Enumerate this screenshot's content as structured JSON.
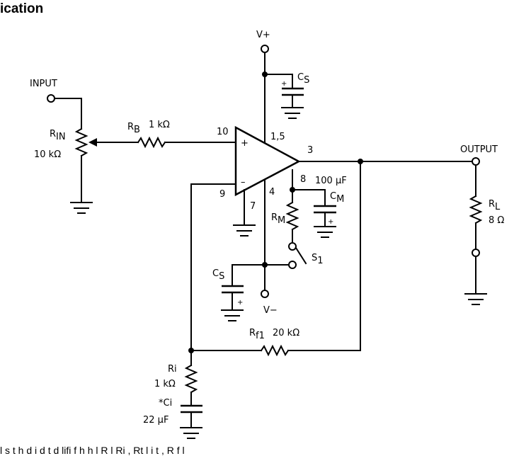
{
  "heading": "ication",
  "footer": "l  s  t     h  d    i  d   t  d      lifi    f  h       h    l     R  l    Ri   ,  Rt    l     i  t ,  R  f  l",
  "labels": {
    "vplus": "V+",
    "vminus": "V−",
    "input": "INPUT",
    "output": "OUTPUT",
    "rin_main": "R",
    "rin_sub": "IN",
    "rin_val": "10 kΩ",
    "rb_main": "R",
    "rb_sub": "B",
    "rb_val": "1 kΩ",
    "cs_main": "C",
    "cs_sub": "S",
    "cm_main": "C",
    "cm_sub": "M",
    "cm_val": "100 μF",
    "rm_main": "R",
    "rm_sub": "M",
    "s1_main": "S",
    "s1_sub": "1",
    "rl_main": "R",
    "rl_sub": "L",
    "rl_val": "8 Ω",
    "rf1_main": "R",
    "rf1_sub": "f1",
    "rf1_val": "20 kΩ",
    "ri_name": "Ri",
    "ri_val": "1 kΩ",
    "ci_name": "*Ci",
    "ci_val": "22 μF",
    "plus": "+",
    "minus": "–",
    "pin_10": "10",
    "pin_15": "1,5",
    "pin_3": "3",
    "pin_8": "8",
    "pin_9": "9",
    "pin_4": "4",
    "pin_7": "7"
  }
}
